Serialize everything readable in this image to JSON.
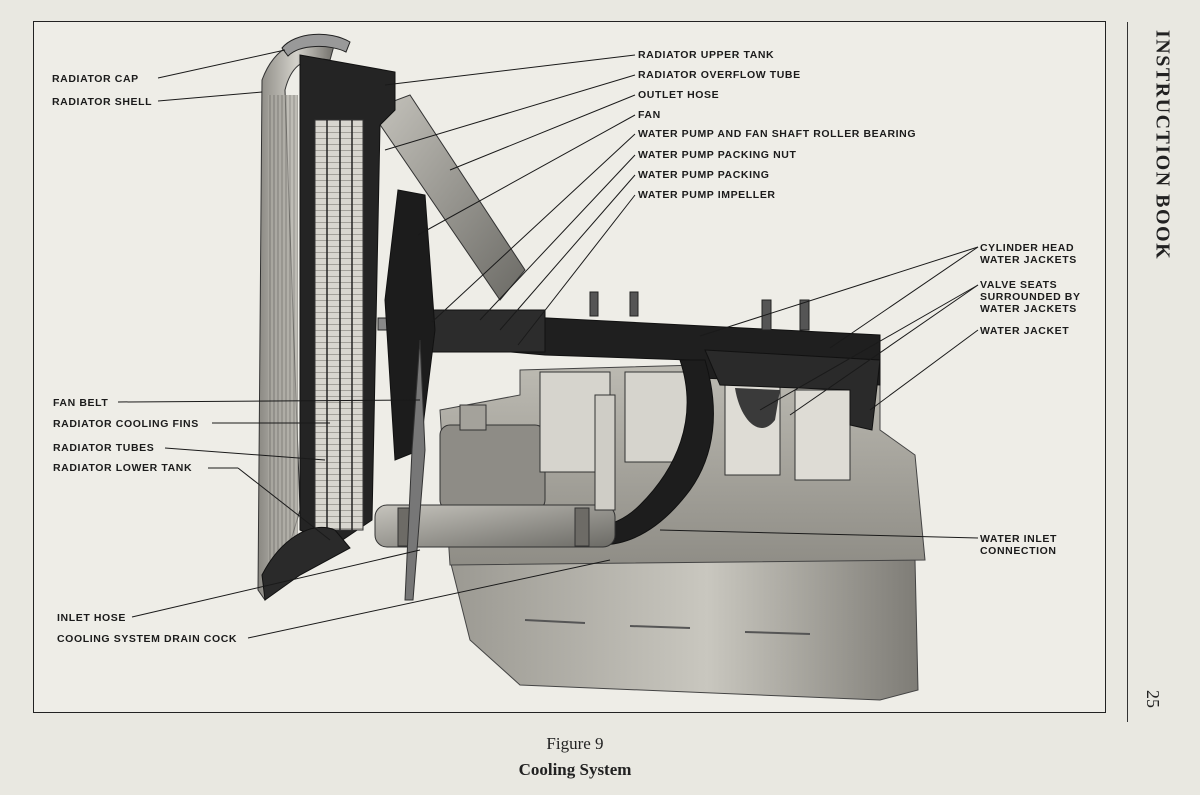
{
  "running_head": "INSTRUCTION BOOK",
  "page_number": "25",
  "figure": {
    "number": "Figure 9",
    "title": "Cooling System"
  },
  "labels": {
    "left": [
      "RADIATOR CAP",
      "RADIATOR SHELL",
      "FAN BELT",
      "RADIATOR COOLING FINS",
      "RADIATOR TUBES",
      "RADIATOR LOWER TANK",
      "INLET HOSE",
      "COOLING SYSTEM DRAIN COCK"
    ],
    "top": [
      "RADIATOR UPPER TANK",
      "RADIATOR OVERFLOW TUBE",
      "OUTLET HOSE",
      "FAN",
      "WATER PUMP AND FAN SHAFT ROLLER BEARING",
      "WATER PUMP PACKING NUT",
      "WATER PUMP PACKING",
      "WATER PUMP IMPELLER"
    ],
    "right": [
      [
        "CYLINDER HEAD",
        "WATER JACKETS"
      ],
      [
        "VALVE SEATS",
        "SURROUNDED BY",
        "WATER JACKETS"
      ],
      [
        "WATER JACKET"
      ],
      [
        "WATER INLET",
        "CONNECTION"
      ]
    ]
  }
}
